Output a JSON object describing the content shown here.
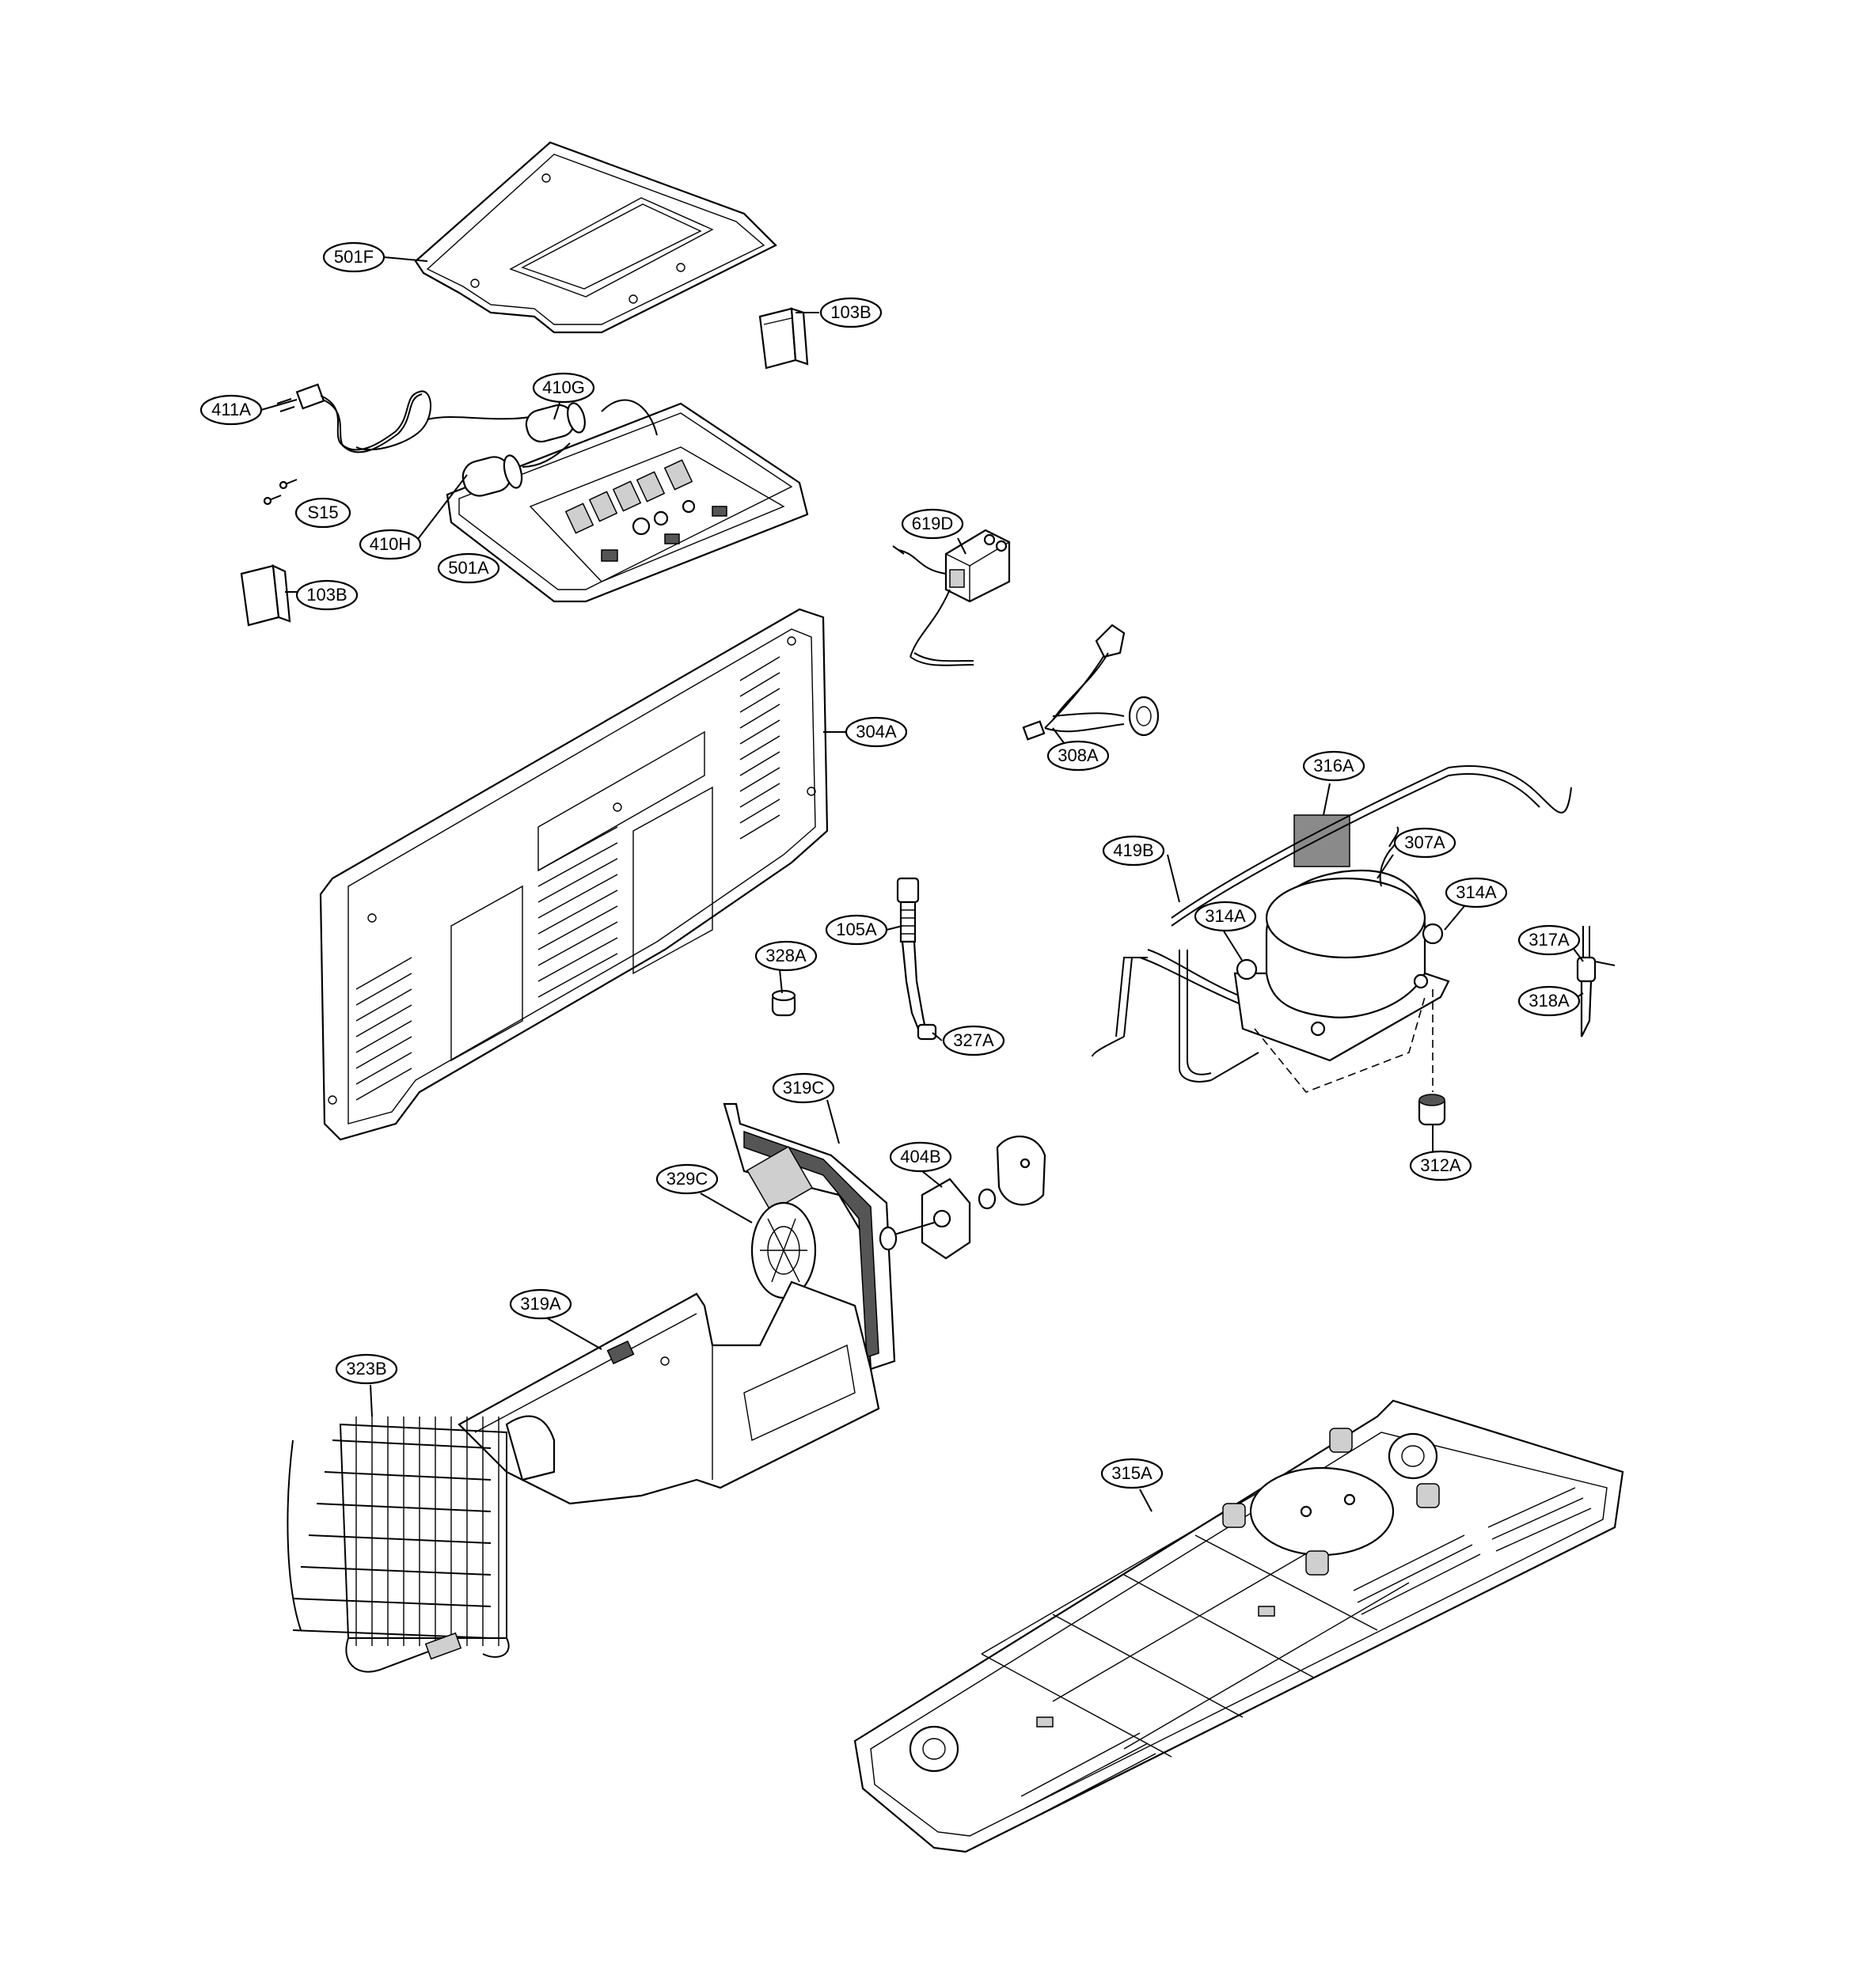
{
  "diagram": {
    "labels": {
      "l501F": "501F",
      "l103B_top": "103B",
      "l411A": "411A",
      "l410G": "410G",
      "lS15": "S15",
      "l410H": "410H",
      "l501A": "501A",
      "l103B_bottom": "103B",
      "l619D": "619D",
      "l304A": "304A",
      "l308A": "308A",
      "l316A": "316A",
      "l419B": "419B",
      "l307A": "307A",
      "l314A_left": "314A",
      "l314A_right": "314A",
      "l317A": "317A",
      "l318A": "318A",
      "l105A": "105A",
      "l328A": "328A",
      "l327A": "327A",
      "l312A": "312A",
      "l319C": "319C",
      "l329C": "329C",
      "l404B": "404B",
      "l319A": "319A",
      "l323B": "323B",
      "l315A": "315A"
    }
  }
}
